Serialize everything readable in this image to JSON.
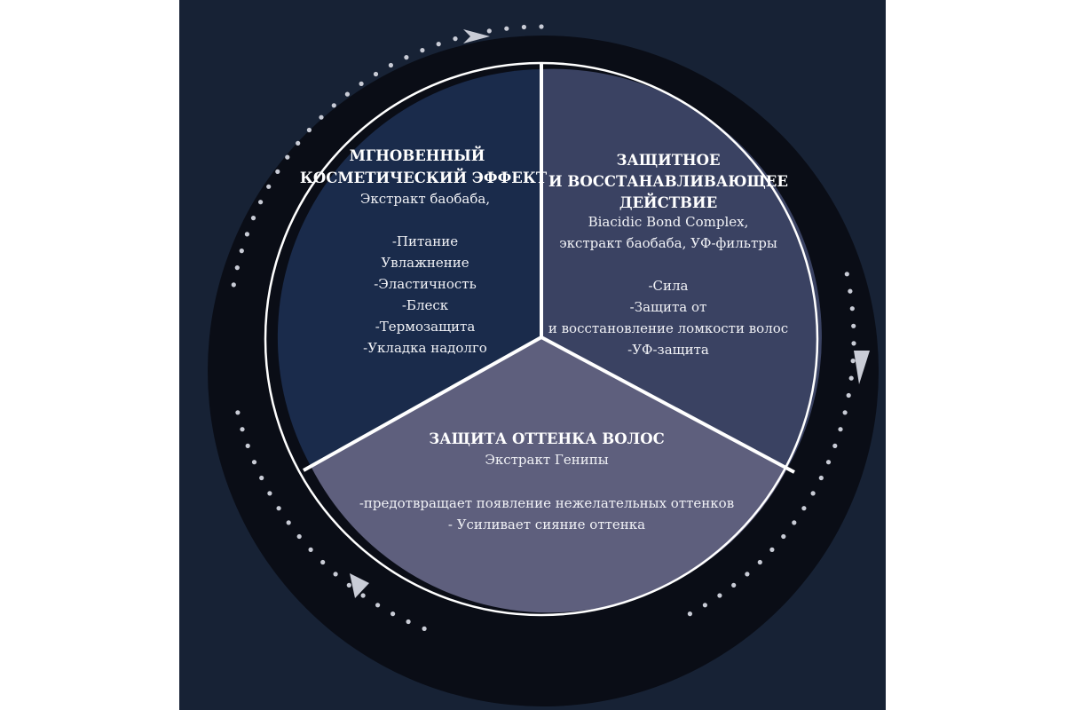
{
  "colors": {
    "panel": "#172235",
    "disc": "#0a0d16",
    "dots": "#c9ccd6",
    "segment_left": "#1a2b4b",
    "segment_right": "#3a4262",
    "segment_bottom": "#5e5f7d",
    "divider": "#ffffff"
  },
  "segments": {
    "left": {
      "title": [
        "МГНОВЕННЫЙ",
        "КОСМЕТИЧЕСКИЙ ЭФФЕКТ"
      ],
      "lines": [
        "Экстракт баобаба,",
        "",
        "-Питание",
        "Увлажнение",
        "-Эластичность",
        "-Блеск",
        "-Термозащита",
        "-Укладка надолго"
      ]
    },
    "right": {
      "title": [
        "ЗАЩИТНОЕ",
        "И ВОССТАНАВЛИВАЮЩЕЕ",
        "ДЕЙСТВИЕ"
      ],
      "lines": [
        "Biacidic Bond Complex,",
        "экстракт баобаба, УФ-фильтры",
        "",
        "-Сила",
        "-Защита от",
        "и восстановление ломкости волос",
        "-УФ-защита"
      ]
    },
    "bottom": {
      "title": [
        "ЗАЩИТА ОТТЕНКА ВОЛОС"
      ],
      "lines": [
        "Экстракт Генипы",
        "",
        "-предотвращает появление нежелательных оттенков",
        "- Усиливает сияние оттенка"
      ]
    }
  },
  "arrows": [
    "arrow-top-right",
    "arrow-right",
    "arrow-bottom-left"
  ]
}
